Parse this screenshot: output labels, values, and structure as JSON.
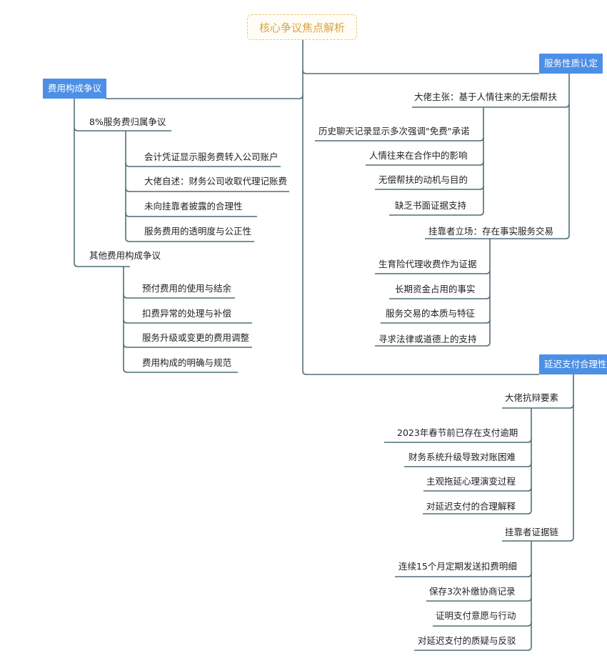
{
  "root": {
    "label": "核心争议焦点解析"
  },
  "branches": {
    "fee": {
      "label": "费用构成争议",
      "groups": [
        {
          "label": "8%服务费归属争议",
          "items": [
            "会计凭证显示服务费转入公司账户",
            "大佬自述：财务公司收取代理记账费",
            "未向挂靠者披露的合理性",
            "服务费用的透明度与公正性"
          ]
        },
        {
          "label": "其他费用构成争议",
          "items": [
            "预付费用的使用与结余",
            "扣费异常的处理与补偿",
            "服务升级或变更的费用调整",
            "费用构成的明确与规范"
          ]
        }
      ]
    },
    "service": {
      "label": "服务性质认定",
      "groups": [
        {
          "label": "大佬主张：基于人情往来的无偿帮扶",
          "items": [
            "历史聊天记录显示多次强调\"免费\"承诺",
            "人情往来在合作中的影响",
            "无偿帮扶的动机与目的",
            "缺乏书面证据支持"
          ]
        },
        {
          "label": "挂靠者立场：存在事实服务交易",
          "items": [
            "生育险代理收费作为证据",
            "长期资金占用的事实",
            "服务交易的本质与特征",
            "寻求法律或道德上的支持"
          ]
        }
      ]
    },
    "delay": {
      "label": "延迟支付合理性",
      "groups": [
        {
          "label": "大佬抗辩要素",
          "items": [
            "2023年春节前已存在支付逾期",
            "财务系统升级导致对账困难",
            "主观拖延心理演变过程",
            "对延迟支付的合理解释"
          ]
        },
        {
          "label": "挂靠者证据链",
          "items": [
            "连续15个月定期发送扣费明细",
            "保存3次补缴协商记录",
            "证明支付意愿与行动",
            "对延迟支付的质疑与反驳"
          ]
        }
      ]
    }
  },
  "colors": {
    "line": "#4f6f75",
    "main_bg": "#4c8fe6",
    "root_border": "#e8c97a",
    "root_text": "#d9a441"
  }
}
